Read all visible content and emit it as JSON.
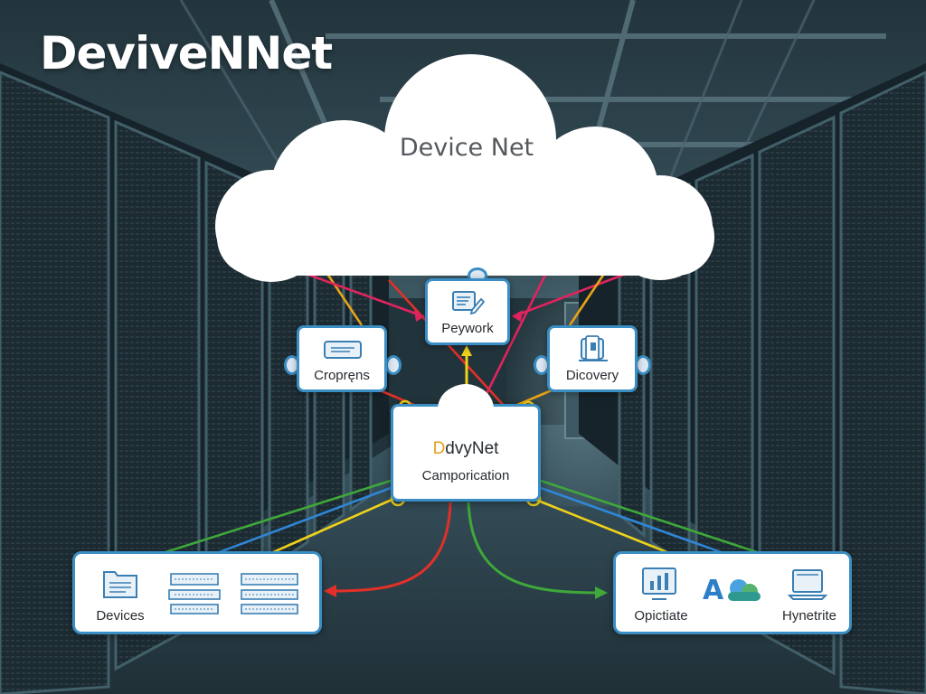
{
  "title": "DeviveNNet",
  "cloud": {
    "label": "Device Net"
  },
  "nodes": {
    "top": {
      "label": "Peywork",
      "icon": "document-edit-icon"
    },
    "left": {
      "label": "Cropręns",
      "icon": "card-reader-icon"
    },
    "right": {
      "label": "Dicovery",
      "icon": "devices-icon"
    }
  },
  "hub": {
    "title_first": "D",
    "title_rest": "dvyNet",
    "subtitle": "Camporication",
    "accent": "#e3a21a"
  },
  "panels": {
    "bottom_left": {
      "label": "Devices",
      "icons": [
        "folder-icon",
        "circuit-board-icon",
        "circuit-board-icon"
      ]
    },
    "bottom_right": {
      "left_label": "Opictiate",
      "right_label": "Hynetrite",
      "icons": [
        "bar-chart-icon",
        "cloud-logo-icon",
        "laptop-icon"
      ]
    }
  },
  "connector_colors": [
    "#e8a317",
    "#e0245e",
    "#e23028",
    "#3fa83a",
    "#2f86d6",
    "#f0d21a"
  ]
}
